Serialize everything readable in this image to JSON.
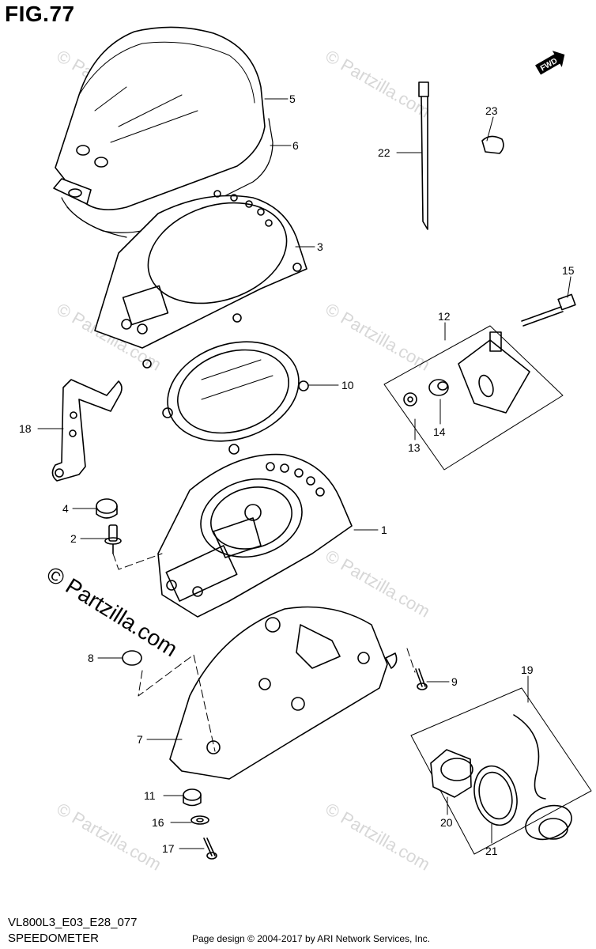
{
  "figure": {
    "title": "FIG.77"
  },
  "footer": {
    "model_code": "VL800L3_E03_E28_077",
    "name": "SPEEDOMETER",
    "credit": "Page design © 2004-2017 by ARI Network Services, Inc."
  },
  "watermark": {
    "text": "© Partzilla.com",
    "small_text": "© Partzilla.com"
  },
  "fwd_badge": "FWD",
  "parts": [
    {
      "id": "p1",
      "number": "1"
    },
    {
      "id": "p2",
      "number": "2"
    },
    {
      "id": "p3",
      "number": "3"
    },
    {
      "id": "p4",
      "number": "4"
    },
    {
      "id": "p5",
      "number": "5"
    },
    {
      "id": "p6",
      "number": "6"
    },
    {
      "id": "p7",
      "number": "7"
    },
    {
      "id": "p8",
      "number": "8"
    },
    {
      "id": "p9",
      "number": "9"
    },
    {
      "id": "p10",
      "number": "10"
    },
    {
      "id": "p11",
      "number": "11"
    },
    {
      "id": "p12",
      "number": "12"
    },
    {
      "id": "p13",
      "number": "13"
    },
    {
      "id": "p14",
      "number": "14"
    },
    {
      "id": "p15",
      "number": "15"
    },
    {
      "id": "p16",
      "number": "16"
    },
    {
      "id": "p17",
      "number": "17"
    },
    {
      "id": "p18",
      "number": "18"
    },
    {
      "id": "p19",
      "number": "19"
    },
    {
      "id": "p20",
      "number": "20"
    },
    {
      "id": "p21",
      "number": "21"
    },
    {
      "id": "p22",
      "number": "22"
    },
    {
      "id": "p23",
      "number": "23"
    }
  ]
}
